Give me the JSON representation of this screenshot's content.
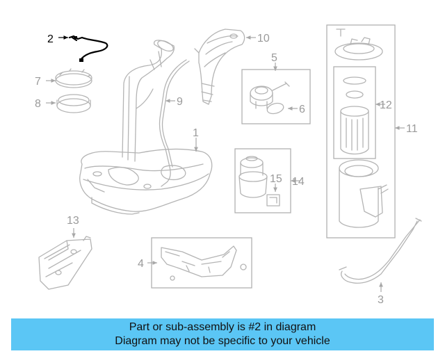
{
  "callouts": [
    "2",
    "7",
    "8",
    "1",
    "9",
    "10",
    "5",
    "6",
    "12",
    "11",
    "14",
    "15",
    "13",
    "4",
    "3"
  ],
  "banner": {
    "line1": "Part or sub-assembly is #2 in diagram",
    "line2": "Diagram may not be specific to your vehicle"
  },
  "colors": {
    "banner_bg": "#5bc6f5",
    "highlight": "#000000",
    "line_art": "#b4b4b4"
  }
}
